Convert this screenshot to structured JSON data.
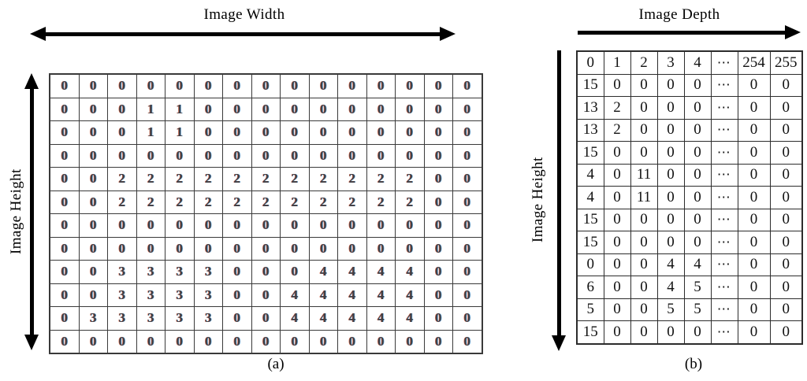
{
  "figure": {
    "panel_a": {
      "caption": "(a)",
      "top_axis_label": "Image Width",
      "side_axis_label": "Image Height",
      "top_arrow": "double-headed-horizontal-arrow",
      "side_arrow": "double-headed-vertical-arrow",
      "columns": 15,
      "rows": 12,
      "cells": [
        [
          "0",
          "0",
          "0",
          "0",
          "0",
          "0",
          "0",
          "0",
          "0",
          "0",
          "0",
          "0",
          "0",
          "0",
          "0"
        ],
        [
          "0",
          "0",
          "0",
          "1",
          "1",
          "0",
          "0",
          "0",
          "0",
          "0",
          "0",
          "0",
          "0",
          "0",
          "0"
        ],
        [
          "0",
          "0",
          "0",
          "1",
          "1",
          "0",
          "0",
          "0",
          "0",
          "0",
          "0",
          "0",
          "0",
          "0",
          "0"
        ],
        [
          "0",
          "0",
          "0",
          "0",
          "0",
          "0",
          "0",
          "0",
          "0",
          "0",
          "0",
          "0",
          "0",
          "0",
          "0"
        ],
        [
          "0",
          "0",
          "2",
          "2",
          "2",
          "2",
          "2",
          "2",
          "2",
          "2",
          "2",
          "2",
          "2",
          "0",
          "0"
        ],
        [
          "0",
          "0",
          "2",
          "2",
          "2",
          "2",
          "2",
          "2",
          "2",
          "2",
          "2",
          "2",
          "2",
          "0",
          "0"
        ],
        [
          "0",
          "0",
          "0",
          "0",
          "0",
          "0",
          "0",
          "0",
          "0",
          "0",
          "0",
          "0",
          "0",
          "0",
          "0"
        ],
        [
          "0",
          "0",
          "0",
          "0",
          "0",
          "0",
          "0",
          "0",
          "0",
          "0",
          "0",
          "0",
          "0",
          "0",
          "0"
        ],
        [
          "0",
          "0",
          "3",
          "3",
          "3",
          "3",
          "0",
          "0",
          "0",
          "4",
          "4",
          "4",
          "4",
          "0",
          "0"
        ],
        [
          "0",
          "0",
          "3",
          "3",
          "3",
          "3",
          "0",
          "0",
          "4",
          "4",
          "4",
          "4",
          "4",
          "0",
          "0"
        ],
        [
          "0",
          "3",
          "3",
          "3",
          "3",
          "3",
          "0",
          "0",
          "4",
          "4",
          "4",
          "4",
          "4",
          "0",
          "0"
        ],
        [
          "0",
          "0",
          "0",
          "0",
          "0",
          "0",
          "0",
          "0",
          "0",
          "0",
          "0",
          "0",
          "0",
          "0",
          "0"
        ]
      ]
    },
    "panel_b": {
      "caption": "(b)",
      "top_axis_label": "Image Depth",
      "side_axis_label": "Image Height",
      "top_arrow": "right-pointing-horizontal-arrow",
      "side_arrow": "down-pointing-vertical-arrow",
      "columns": 8,
      "header": [
        "0",
        "1",
        "2",
        "3",
        "4",
        "⋯",
        "254",
        "255"
      ],
      "rows": [
        [
          "15",
          "0",
          "0",
          "0",
          "0",
          "⋯",
          "0",
          "0"
        ],
        [
          "13",
          "2",
          "0",
          "0",
          "0",
          "⋯",
          "0",
          "0"
        ],
        [
          "13",
          "2",
          "0",
          "0",
          "0",
          "⋯",
          "0",
          "0"
        ],
        [
          "15",
          "0",
          "0",
          "0",
          "0",
          "⋯",
          "0",
          "0"
        ],
        [
          "4",
          "0",
          "11",
          "0",
          "0",
          "⋯",
          "0",
          "0"
        ],
        [
          "4",
          "0",
          "11",
          "0",
          "0",
          "⋯",
          "0",
          "0"
        ],
        [
          "15",
          "0",
          "0",
          "0",
          "0",
          "⋯",
          "0",
          "0"
        ],
        [
          "15",
          "0",
          "0",
          "0",
          "0",
          "⋯",
          "0",
          "0"
        ],
        [
          "0",
          "0",
          "0",
          "4",
          "4",
          "⋯",
          "0",
          "0"
        ],
        [
          "6",
          "0",
          "0",
          "4",
          "5",
          "⋯",
          "0",
          "0"
        ],
        [
          "5",
          "0",
          "0",
          "5",
          "5",
          "⋯",
          "0",
          "0"
        ],
        [
          "15",
          "0",
          "0",
          "0",
          "0",
          "⋯",
          "0",
          "0"
        ]
      ]
    }
  },
  "colors": {
    "ink": "#000000",
    "grid_line_a": "#3a3a3a",
    "grid_line_b": "#2c2c2c",
    "digit_a": "#3f3f46",
    "digit_b": "#111111",
    "background": "#ffffff"
  }
}
